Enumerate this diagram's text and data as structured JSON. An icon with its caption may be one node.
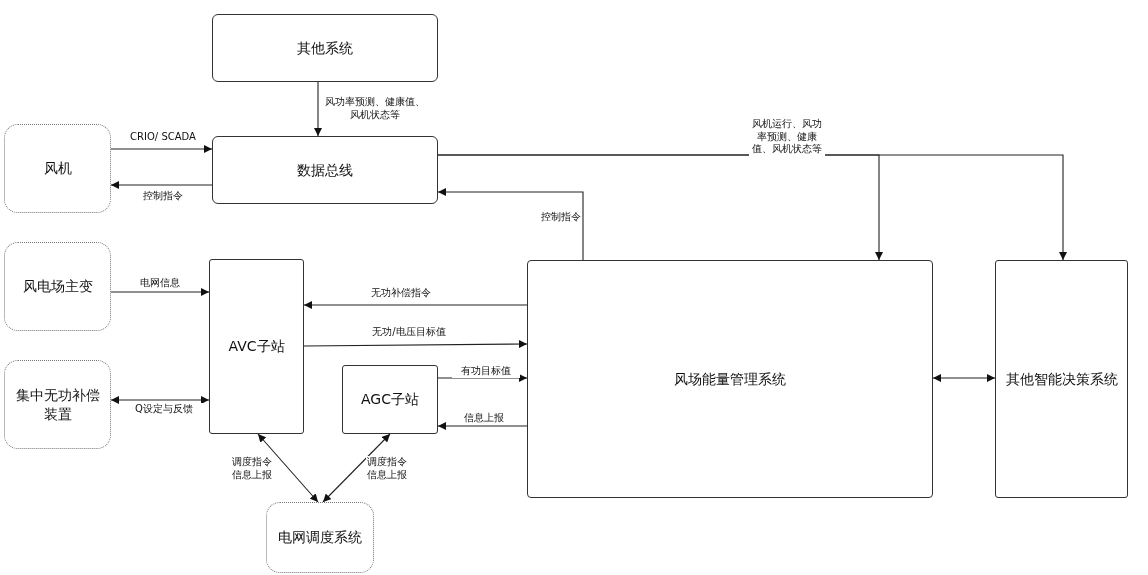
{
  "diagram": {
    "nodes": [
      {
        "text": [
          "其他系统"
        ]
      },
      {
        "text": [
          "风机"
        ]
      },
      {
        "text": [
          "数据总线"
        ]
      },
      {
        "text": [
          "风电场主变"
        ]
      },
      {
        "text": [
          "集中无功补偿装置"
        ]
      },
      {
        "text": [
          "AVC子站"
        ]
      },
      {
        "text": [
          "AGC子站"
        ]
      },
      {
        "text": [
          "风场能量管理系统"
        ]
      },
      {
        "text": [
          "其他智能决策系统"
        ]
      },
      {
        "text": [
          "电网调度系统"
        ]
      }
    ],
    "edges": [
      {
        "from": 0,
        "to": 2,
        "arrow": "to",
        "label": "风功率预测、健康值、风机状态等"
      },
      {
        "from": 1,
        "to": 2,
        "arrow": "to",
        "label": "CRIO/ SCADA"
      },
      {
        "from": 2,
        "to": 1,
        "arrow": "to",
        "label": "控制指令"
      },
      {
        "from": 2,
        "to": 7,
        "arrow": "to",
        "label": "风机运行、风功率预测、健康值、风机状态等"
      },
      {
        "from": 2,
        "to": 8,
        "arrow": "to"
      },
      {
        "from": 7,
        "to": 2,
        "arrow": "to",
        "label": "控制指令"
      },
      {
        "from": 3,
        "to": 5,
        "arrow": "to",
        "label": "电网信息"
      },
      {
        "from": 4,
        "to": 5,
        "arrow": "both",
        "label": "Q设定与反馈"
      },
      {
        "from": 7,
        "to": 5,
        "arrow": "to",
        "label": "无功补偿指令"
      },
      {
        "from": 5,
        "to": 7,
        "arrow": "to",
        "label": "无功/电压目标值"
      },
      {
        "from": 6,
        "to": 7,
        "arrow": "to",
        "label": "有功目标值"
      },
      {
        "from": 7,
        "to": 6,
        "arrow": "to",
        "label": "信息上报"
      },
      {
        "from": 7,
        "to": 8,
        "arrow": "both"
      },
      {
        "from": 5,
        "to": 9,
        "arrow": "both",
        "label": "调度指令信息上报"
      },
      {
        "from": 6,
        "to": 9,
        "arrow": "both",
        "label": "调度指令信息上报"
      }
    ]
  }
}
